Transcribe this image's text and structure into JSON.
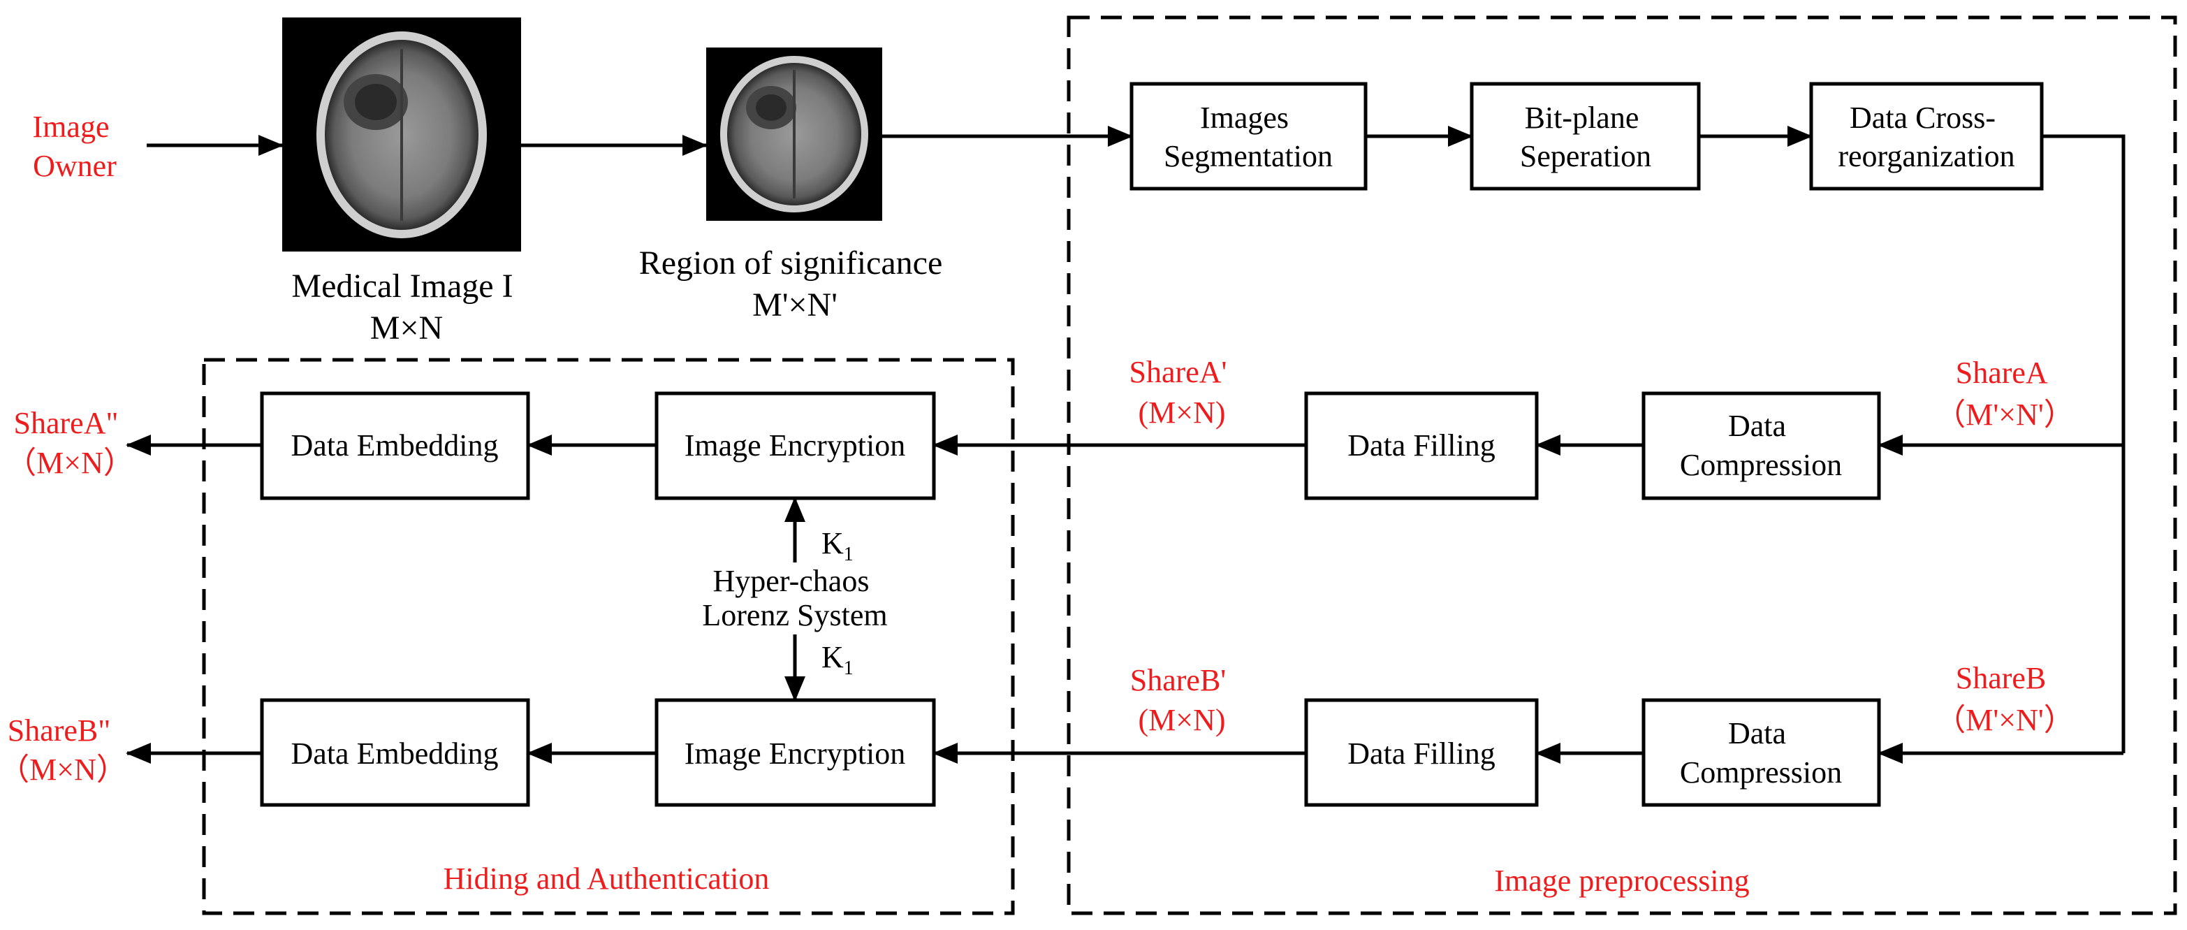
{
  "colors": {
    "accent_red": "#ee1c1c",
    "box_fill": "#ffffff",
    "line": "#000000",
    "image_bg": "#000000"
  },
  "image_owner": {
    "line1": "Image",
    "line2": "Owner"
  },
  "medical_image": {
    "name": "Medical Image I",
    "size": "M×N",
    "icon": "brain-mri-scan-image"
  },
  "region": {
    "name": "Region of significance",
    "size": "M'×N'",
    "icon": "brain-mri-region-image"
  },
  "preprocessing": {
    "label": "Image preprocessing",
    "segmentation": {
      "line1": "Images",
      "line2": "Segmentation"
    },
    "bitplane": {
      "line1": "Bit-plane",
      "line2": "Seperation"
    },
    "cross": {
      "line1": "Data Cross-",
      "line2": "reorganization"
    },
    "share_a": {
      "name": "ShareA",
      "size": "（M'×N'）"
    },
    "share_b": {
      "name": "ShareB",
      "size": "（M'×N'）"
    },
    "compression": {
      "line1": "Data",
      "line2": "Compression"
    },
    "filling": "Data Filling",
    "share_a_prime": {
      "name": "ShareA'",
      "size": "(M×N)"
    },
    "share_b_prime": {
      "name": "ShareB'",
      "size": "(M×N)"
    }
  },
  "hiding": {
    "label": "Hiding and Authentication",
    "encryption": "Image Encryption",
    "embedding": "Data Embedding",
    "chaos": {
      "line1": "Hyper-chaos",
      "line2": "Lorenz System"
    },
    "key": {
      "letter": "K",
      "subscript": "1"
    }
  },
  "outputs": {
    "share_a_dprime": {
      "name": "ShareA\"",
      "size": "（M×N）"
    },
    "share_b_dprime": {
      "name": "ShareB\"",
      "size": "（M×N）"
    }
  }
}
